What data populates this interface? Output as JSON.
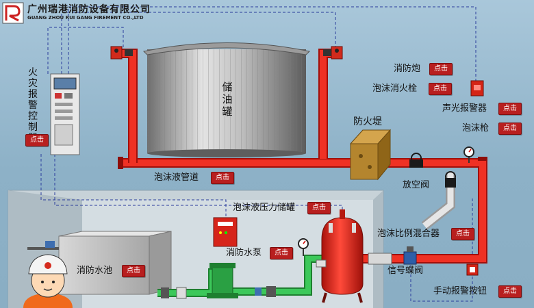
{
  "company": {
    "name_cn": "广州瑞港消防设备有限公司",
    "name_en": "GUANG ZHOU RUI GANG FIREMENT CO.,LTD"
  },
  "components": {
    "fire_cannon": {
      "label": "消防炮",
      "button": "点击"
    },
    "foam_hydrant": {
      "label": "泡沫消火栓",
      "button": "点击"
    },
    "sound_light_alarm": {
      "label": "声光报警器",
      "button": "点击"
    },
    "foam_gun": {
      "label": "泡沫枪",
      "button": "点击"
    },
    "fire_dike": {
      "label": "防火堤"
    },
    "oil_tank": {
      "label": "储油罐"
    },
    "alarm_controller": {
      "label": "火灾报警控制器",
      "button": "点击"
    },
    "foam_pipeline": {
      "label": "泡沫液管道",
      "button": "点击"
    },
    "vent_valve": {
      "label": "放空阀"
    },
    "foam_pressure_tank": {
      "label": "泡沫液压力储罐",
      "button": "点击"
    },
    "foam_proportioner": {
      "label": "泡沫比例混合器",
      "button": "点击"
    },
    "fire_pump": {
      "label": "消防水泵",
      "button": "点击"
    },
    "fire_pool": {
      "label": "消防水池",
      "button": "点击"
    },
    "signal_butterfly_valve": {
      "label": "信号蝶阀"
    },
    "manual_alarm_button": {
      "label": "手动报警按钮",
      "button": "点击"
    }
  },
  "colors": {
    "pipe_red": "#e8281e",
    "pipe_green": "#2eb84a",
    "button_red": "#b81f1f",
    "signal_line": "#2a3c9c"
  },
  "icons": [
    "company-logo-icon",
    "monitor-icon",
    "pressure-gauge-icon",
    "valve-icon",
    "engineer-avatar-icon"
  ]
}
